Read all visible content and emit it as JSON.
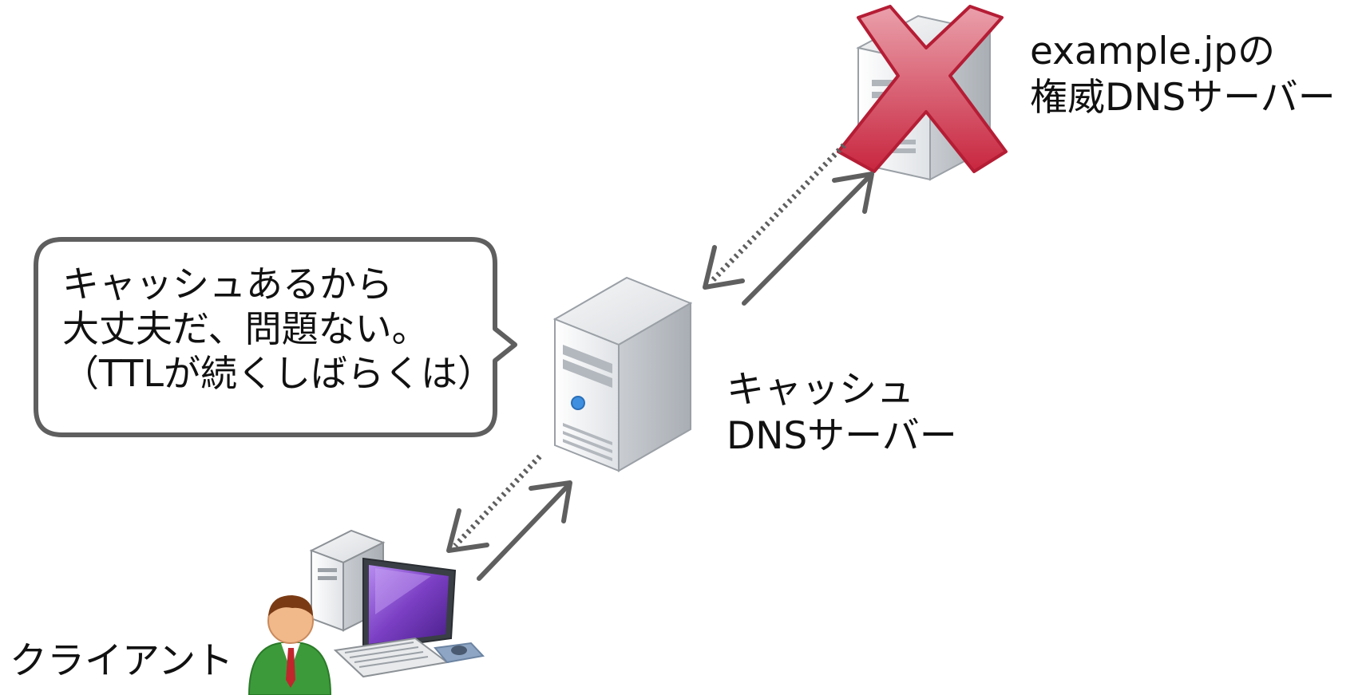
{
  "authoritative_server": {
    "label_line1": "example.jpの",
    "label_line2": "権威DNSサーバー",
    "status_icon": "x-mark-icon",
    "status_color": "#cc2e47"
  },
  "cache_server": {
    "label_line1": "キャッシュ",
    "label_line2": "DNSサーバー"
  },
  "client": {
    "label": "クライアント"
  },
  "speech_bubble": {
    "line1": "キャッシュあるから",
    "line2": "大丈夫だ、問題ない。",
    "line3": "（TTLが続くしばらくは）"
  },
  "colors": {
    "arrow": "#5f5f5f",
    "bubble_border": "#5f5f5f",
    "server_body": "#eceef0",
    "monitor_screen": "#7b3fc4",
    "person_shirt": "#3c9a3a"
  }
}
